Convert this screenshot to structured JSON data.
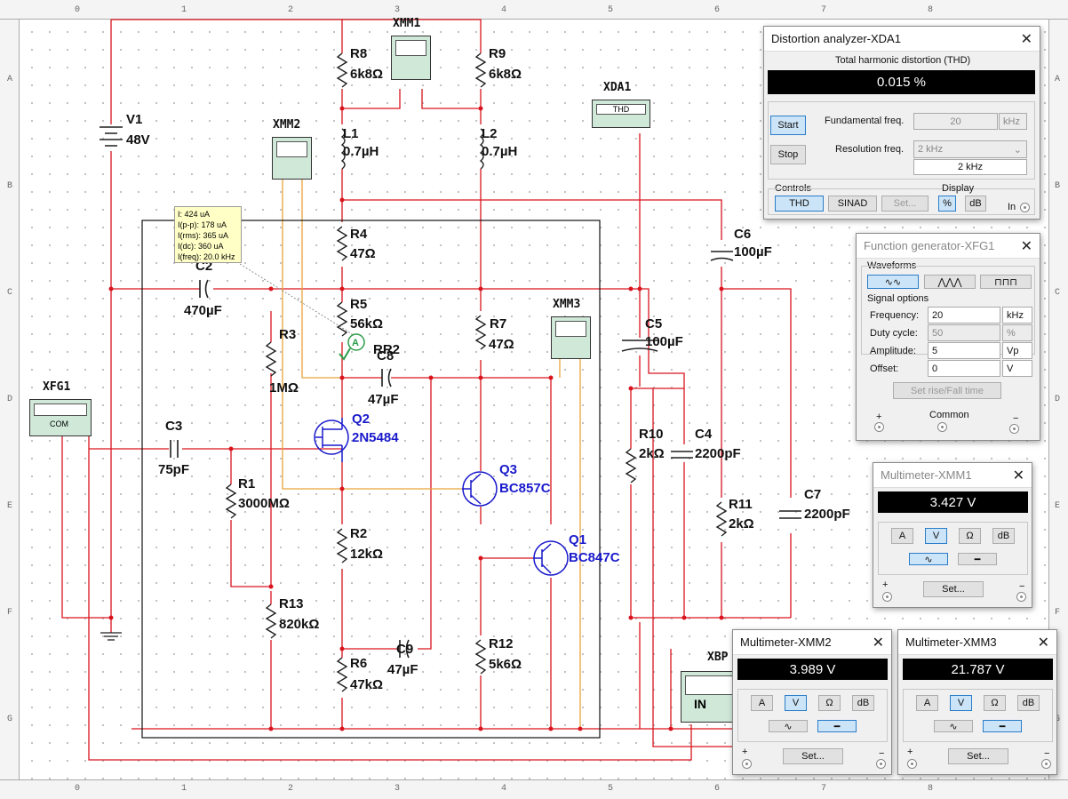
{
  "rulers": {
    "cols": [
      "0",
      "1",
      "2",
      "3",
      "4",
      "5",
      "6",
      "7",
      "8"
    ],
    "rows": [
      "A",
      "B",
      "C",
      "D",
      "E",
      "F",
      "G"
    ]
  },
  "components": {
    "V1": {
      "name": "V1",
      "value": "48V"
    },
    "R8": {
      "name": "R8",
      "value": "6k8Ω"
    },
    "R9": {
      "name": "R9",
      "value": "6k8Ω"
    },
    "L1": {
      "name": "L1",
      "value": "0.7µH"
    },
    "L2": {
      "name": "L2",
      "value": "0.7µH"
    },
    "R4": {
      "name": "R4",
      "value": "47Ω"
    },
    "R5": {
      "name": "R5",
      "value": "56kΩ"
    },
    "R3": {
      "name": "R3",
      "value": "1MΩ"
    },
    "C2": {
      "name": "C2",
      "value": "470µF"
    },
    "C8": {
      "name": "C8",
      "value": "47µF"
    },
    "RR2": {
      "name": "RR2"
    },
    "R7": {
      "name": "R7",
      "value": "47Ω"
    },
    "C5": {
      "name": "C5",
      "value": "100µF"
    },
    "C6": {
      "name": "C6",
      "value": "100µF"
    },
    "C3": {
      "name": "C3",
      "value": "75pF"
    },
    "R1": {
      "name": "R1",
      "value": "3000MΩ"
    },
    "Q2": {
      "name": "Q2",
      "value": "2N5484"
    },
    "Q3": {
      "name": "Q3",
      "value": "BC857C"
    },
    "Q1": {
      "name": "Q1",
      "value": "BC847C"
    },
    "R10": {
      "name": "R10",
      "value": "2kΩ"
    },
    "C4": {
      "name": "C4",
      "value": "2200pF"
    },
    "R11": {
      "name": "R11",
      "value": "2kΩ"
    },
    "C7": {
      "name": "C7",
      "value": "2200pF"
    },
    "R2": {
      "name": "R2",
      "value": "12kΩ"
    },
    "R13": {
      "name": "R13",
      "value": "820kΩ"
    },
    "C9": {
      "name": "C9",
      "value": "47µF"
    },
    "R6": {
      "name": "R6",
      "value": "47kΩ"
    },
    "R12": {
      "name": "R12",
      "value": "5k6Ω"
    },
    "XMM1": {
      "name": "XMM1"
    },
    "XMM2": {
      "name": "XMM2"
    },
    "XMM3": {
      "name": "XMM3"
    },
    "XDA1": {
      "name": "XDA1",
      "screen": "THD"
    },
    "XFG1": {
      "name": "XFG1",
      "com": "COM"
    },
    "XBP": {
      "name": "XBP",
      "screen": "IN"
    }
  },
  "probe": {
    "label": "A",
    "lines": [
      "I: 424 uA",
      "I(p-p): 178 uA",
      "I(rms): 365 uA",
      "I(dc): 360 uA",
      "I(freq): 20.0 kHz"
    ]
  },
  "distortion": {
    "title": "Distortion analyzer-XDA1",
    "heading": "Total harmonic distortion (THD)",
    "value": "0.015 %",
    "start": "Start",
    "stop": "Stop",
    "fund_label": "Fundamental freq.",
    "fund_value": "20",
    "fund_unit": "kHz",
    "res_label": "Resolution freq.",
    "res_select": "2 kHz",
    "res_value": "2 kHz",
    "controls_label": "Controls",
    "thd": "THD",
    "sinad": "SINAD",
    "set": "Set...",
    "display_label": "Display",
    "pct": "%",
    "db": "dB",
    "in": "In"
  },
  "funcgen": {
    "title": "Function generator-XFG1",
    "waveforms_label": "Waveforms",
    "signal_label": "Signal options",
    "rows": [
      {
        "label": "Frequency:",
        "value": "20",
        "unit": "kHz"
      },
      {
        "label": "Duty cycle:",
        "value": "50",
        "unit": "%"
      },
      {
        "label": "Amplitude:",
        "value": "5",
        "unit": "Vp"
      },
      {
        "label": "Offset:",
        "value": "0",
        "unit": "V"
      }
    ],
    "rise_fall": "Set rise/Fall time",
    "plus": "+",
    "common": "Common",
    "minus": "−"
  },
  "mm1": {
    "title": "Multimeter-XMM1",
    "value": "3.427 V",
    "a": "A",
    "v": "V",
    "ohm": "Ω",
    "db": "dB",
    "set": "Set...",
    "plus": "+",
    "minus": "−"
  },
  "mm2": {
    "title": "Multimeter-XMM2",
    "value": "3.989 V",
    "a": "A",
    "v": "V",
    "ohm": "Ω",
    "db": "dB",
    "set": "Set...",
    "plus": "+",
    "minus": "−"
  },
  "mm3": {
    "title": "Multimeter-XMM3",
    "value": "21.787 V",
    "a": "A",
    "v": "V",
    "ohm": "Ω",
    "db": "dB",
    "set": "Set...",
    "plus": "+",
    "minus": "−"
  },
  "colors": {
    "wire": "#d9141e",
    "probe_wire": "#e8a33a",
    "component": "#1f1f1f",
    "device": "#1a1acc",
    "instrument": "#cfe8d8",
    "display": "#000000"
  }
}
